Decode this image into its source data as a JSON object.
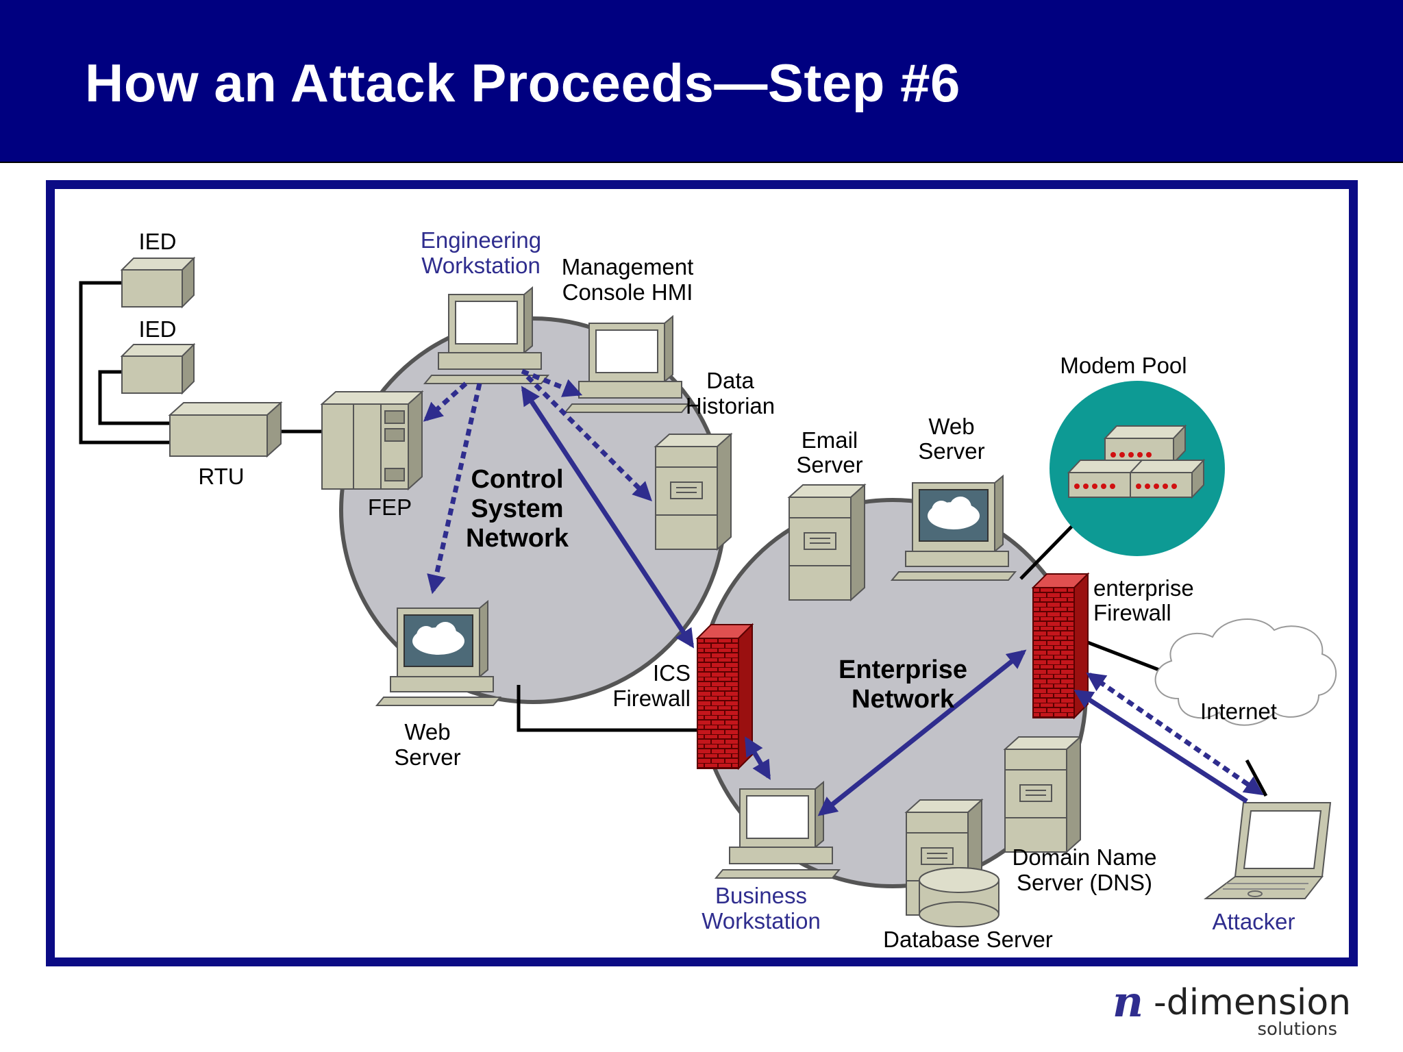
{
  "slide": {
    "title": "How an Attack Proceeds—Step #6"
  },
  "labels": {
    "ied_1": "IED",
    "ied_2": "IED",
    "rtu": "RTU",
    "fep": "FEP",
    "eng_ws_1": "Engineering",
    "eng_ws_2": "Workstation",
    "mgmt_1": "Management",
    "mgmt_2": "Console HMI",
    "hist_1": "Data",
    "hist_2": "Historian",
    "csn_1": "Control",
    "csn_2": "System",
    "csn_3": "Network",
    "csweb_1": "Web",
    "csweb_2": "Server",
    "ics_fw_1": "ICS",
    "ics_fw_2": "Firewall",
    "email_1": "Email",
    "email_2": "Server",
    "entweb_1": "Web",
    "entweb_2": "Server",
    "modem": "Modem Pool",
    "ent_fw_1": "enterprise",
    "ent_fw_2": "Firewall",
    "ent_net_1": "Enterprise",
    "ent_net_2": "Network",
    "internet": "Internet",
    "biz_1": "Business",
    "biz_2": "Workstation",
    "db": "Database Server",
    "dns_1": "Domain Name",
    "dns_2": "Server (DNS)",
    "attacker": "Attacker"
  },
  "logo": {
    "mark": "n",
    "name": "-dimension",
    "tagline": "solutions"
  },
  "colors": {
    "header": "#000080",
    "frame": "#0b0b85",
    "arrow": "#2f2d8e",
    "network_fill": "#c2c2c8",
    "firewall": "#c4161c",
    "modem_fill": "#0d9a94",
    "device": "#c8c8b0"
  }
}
